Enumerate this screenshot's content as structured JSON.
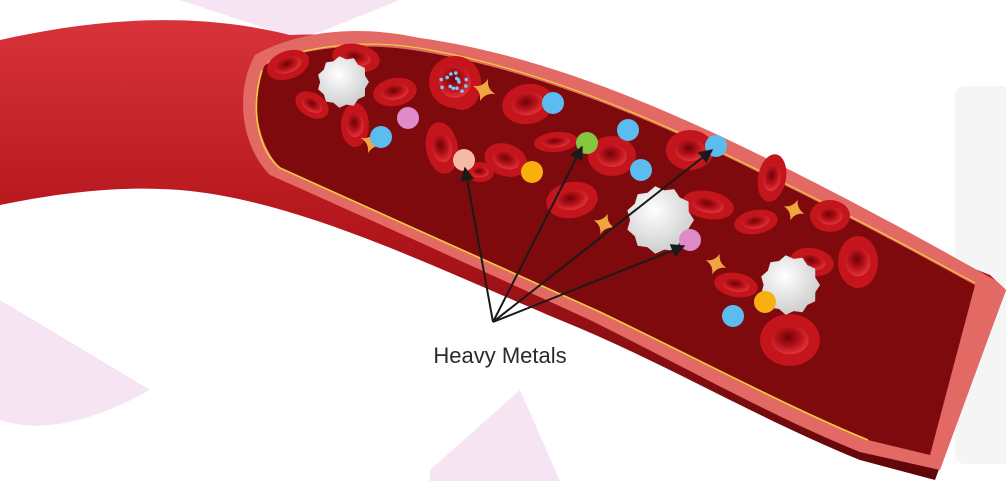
{
  "diagram": {
    "label": "Heavy Metals",
    "colors": {
      "vessel_outer": "#c21e24",
      "vessel_dark": "#5e0608",
      "vessel_wall": "#e36a64",
      "lumen": "#7e0a0e",
      "red_cell": "#c4141c",
      "white_cell": "#f1f1f1",
      "platelet": "#f0a640",
      "metal_blue": "#5bbcef",
      "metal_pink": "#e08ac8",
      "metal_orange": "#f8b00f",
      "metal_green": "#86c540",
      "metal_peach": "#f7b9a3",
      "background_band": "#f6e4f2"
    },
    "particle_kinds": [
      "red-blood-cell",
      "white-blood-cell",
      "platelet",
      "heavy-metal"
    ]
  }
}
